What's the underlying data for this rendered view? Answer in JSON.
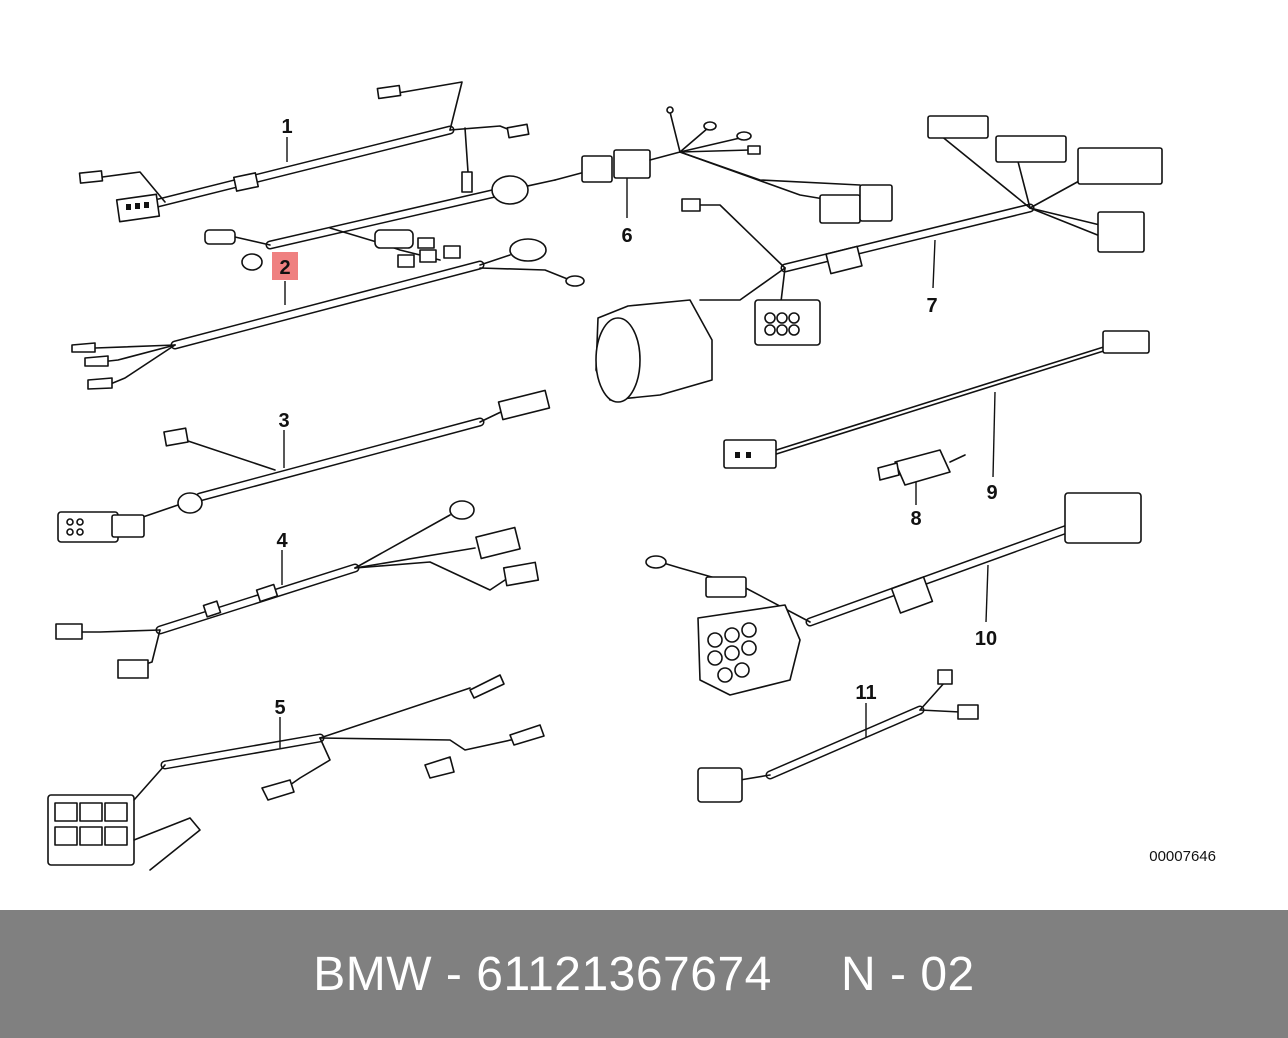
{
  "diagram": {
    "drawing_number": "00007646",
    "callouts": [
      {
        "id": "1",
        "label": "1"
      },
      {
        "id": "2",
        "label": "2",
        "highlighted": true
      },
      {
        "id": "3",
        "label": "3"
      },
      {
        "id": "4",
        "label": "4"
      },
      {
        "id": "5",
        "label": "5"
      },
      {
        "id": "6",
        "label": "6"
      },
      {
        "id": "7",
        "label": "7"
      },
      {
        "id": "8",
        "label": "8"
      },
      {
        "id": "9",
        "label": "9"
      },
      {
        "id": "10",
        "label": "10"
      },
      {
        "id": "11",
        "label": "11"
      }
    ],
    "highlight_color": "#ef8080"
  },
  "footer": {
    "text": "BMW - 61121367674     N - 02",
    "background_color": "#808080",
    "text_color": "#ffffff"
  }
}
